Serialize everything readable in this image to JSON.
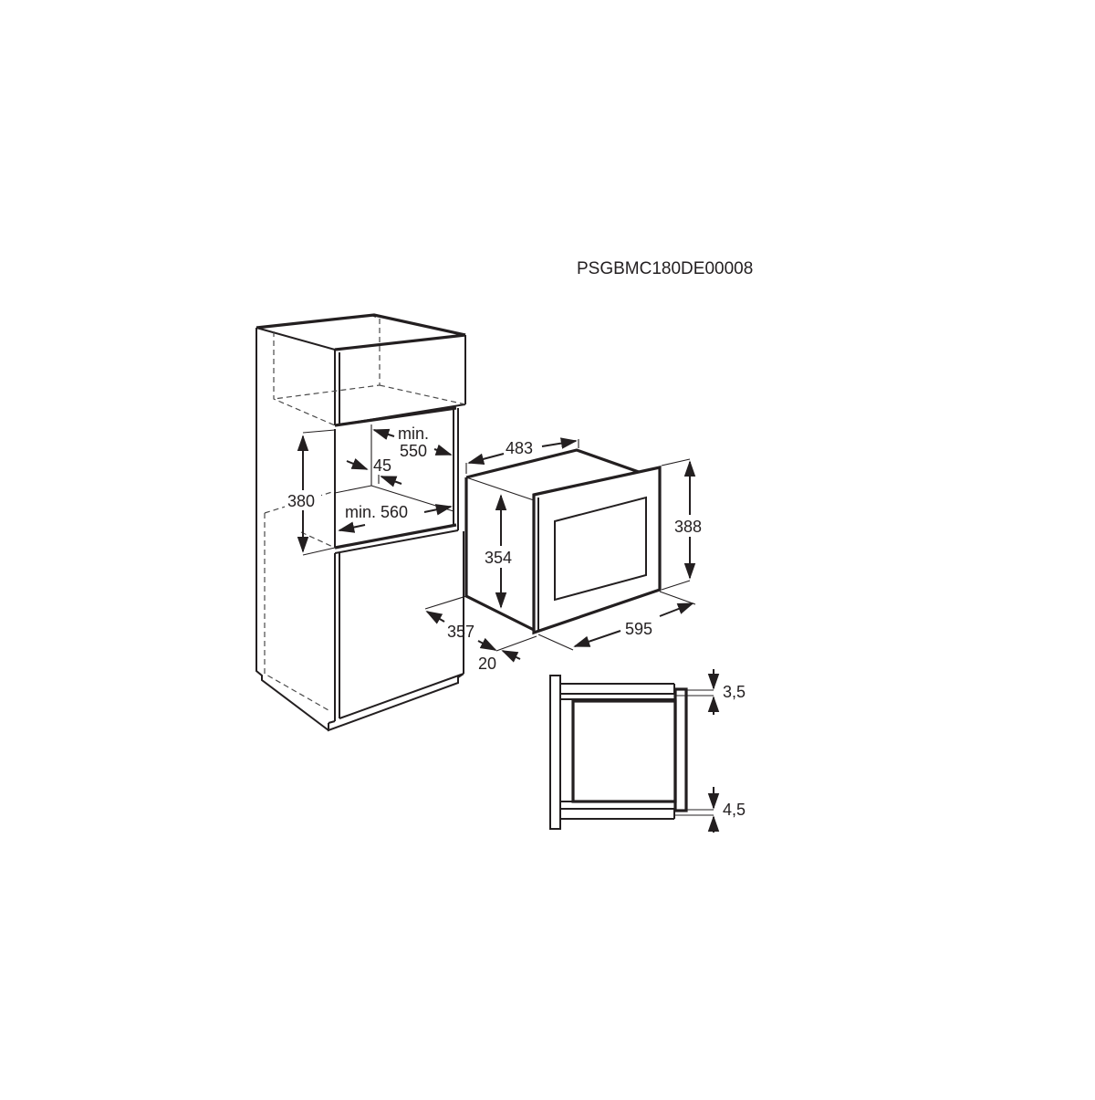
{
  "drawing_code": "PSGBMC180DE00008",
  "cabinet": {
    "niche_height": "380",
    "niche_depth_label_1": "min.",
    "niche_depth_value": "550",
    "niche_width_label": "min. 560",
    "vent_gap": "45"
  },
  "appliance": {
    "depth": "483",
    "body_height": "354",
    "total_height": "388",
    "width": "595",
    "body_depth_front": "357",
    "frame_depth": "20"
  },
  "side_detail": {
    "top_offset": "3,5",
    "bottom_offset": "4,5"
  },
  "colors": {
    "line": "#231f20",
    "background": "#ffffff"
  }
}
